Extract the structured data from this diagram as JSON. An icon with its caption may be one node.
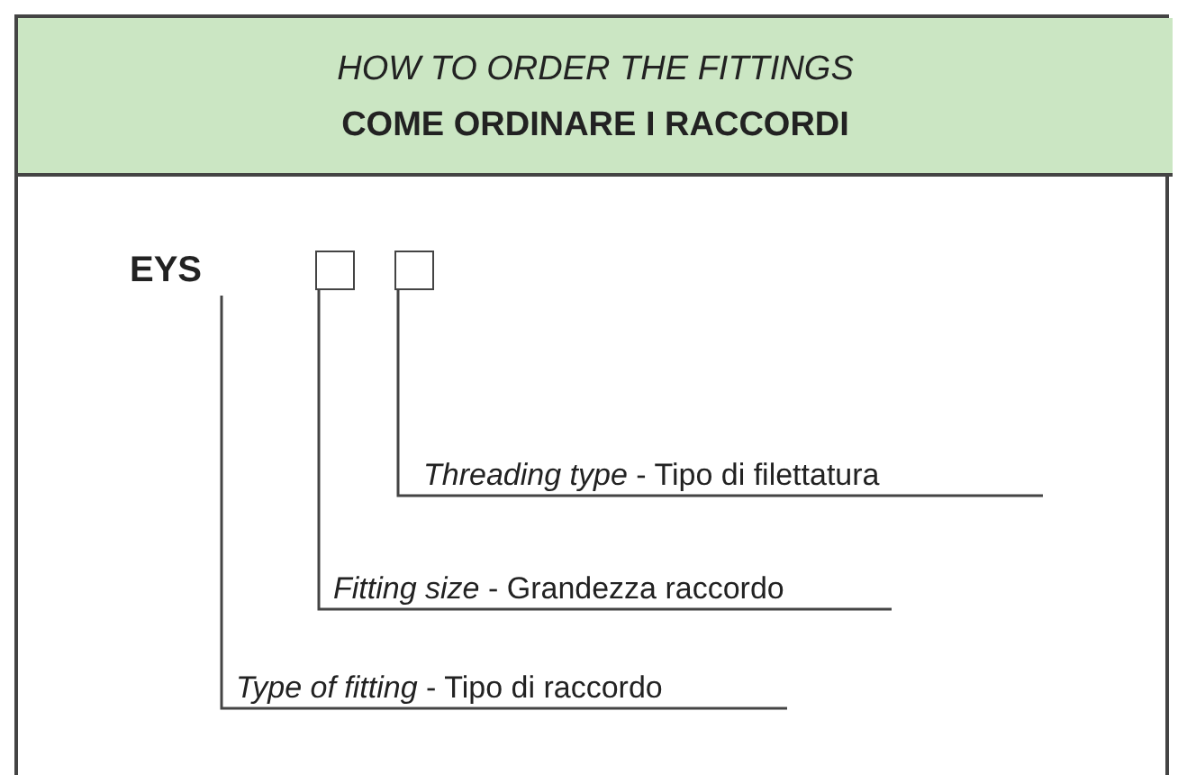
{
  "diagram": {
    "nodes": [
      {
        "text": [
          "HOW TO ORDER THE FITTINGS",
          "COME ORDINARE I RACCORDI"
        ]
      },
      {
        "text": [
          "EYS"
        ]
      },
      {
        "text": [],
        "shape": "box"
      },
      {
        "text": [],
        "shape": "box"
      },
      {
        "text": [
          "*Threading type* - Tipo di filettatura"
        ]
      },
      {
        "text": [
          "*Fitting size* - Grandezza raccordo"
        ]
      },
      {
        "text": [
          "*Type of fitting* - Tipo di raccordo"
        ]
      }
    ],
    "edges": [
      {
        "from": 4,
        "to": 3,
        "arrow": "none"
      },
      {
        "from": 5,
        "to": 2,
        "arrow": "none"
      },
      {
        "from": 6,
        "to": 1,
        "arrow": "none"
      }
    ]
  }
}
